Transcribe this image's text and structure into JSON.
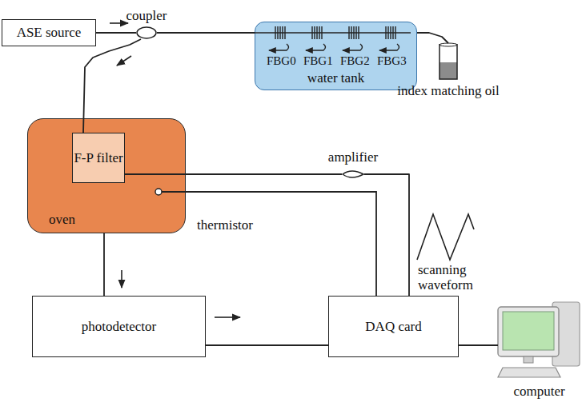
{
  "diagram": {
    "nodes": [
      {
        "text": [
          "ASE source"
        ]
      },
      {
        "text": [
          "coupler"
        ]
      },
      {
        "text": [
          "water tank"
        ]
      },
      {
        "text": [
          "index matching oil"
        ]
      },
      {
        "text": [
          "oven"
        ]
      },
      {
        "text": [
          "F-P filter"
        ],
        "in": 4
      },
      {
        "text": [
          "amplifier"
        ]
      },
      {
        "text": [
          "photodetector"
        ]
      },
      {
        "text": [
          "DAQ card"
        ]
      },
      {
        "text": [
          "computer"
        ]
      }
    ],
    "edges": [
      {
        "from": 0,
        "to": 1,
        "arrow": "none"
      },
      {
        "from": 1,
        "to": 2,
        "arrow": "none"
      },
      {
        "from": 2,
        "to": 3,
        "arrow": "none"
      },
      {
        "from": 1,
        "to": 5,
        "arrow": "none"
      },
      {
        "from": 5,
        "to": 6,
        "arrow": "none"
      },
      {
        "from": 6,
        "to": 8,
        "arrow": "none"
      },
      {
        "from": 4,
        "to": 7,
        "arrow": "none"
      },
      {
        "from": 7,
        "to": 8,
        "arrow": "none"
      },
      {
        "from": 8,
        "to": 9,
        "arrow": "none"
      }
    ],
    "labels": [
      "FBG0",
      "FBG1",
      "FBG2",
      "FBG3",
      "thermistor",
      "scanning waveform"
    ]
  }
}
